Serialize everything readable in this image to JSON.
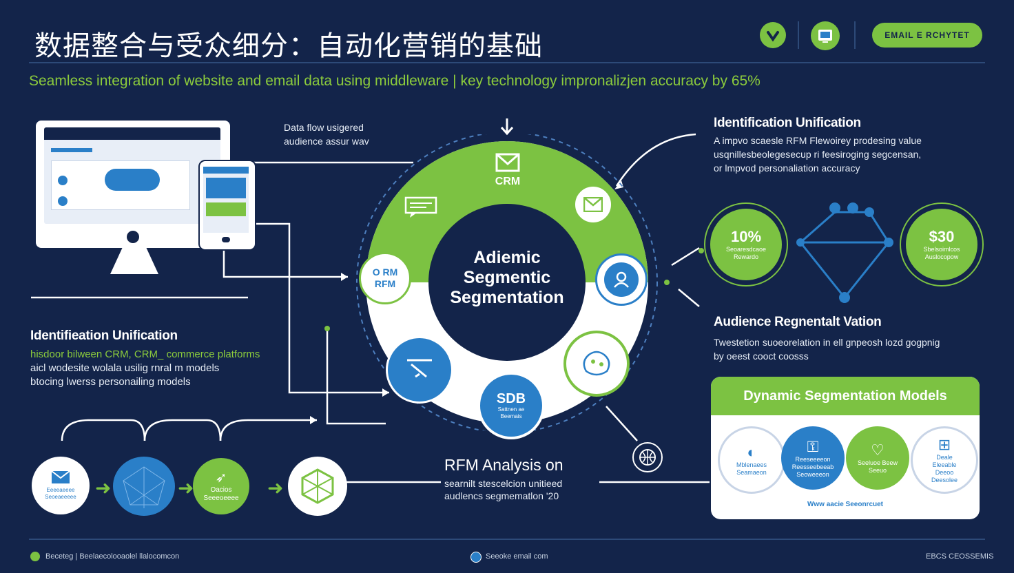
{
  "header": {
    "title": "数据整合与受众细分：自动化营销的基础",
    "subtitle": "Seamless integration of website and email data using middleware  |  key technology impronalizjen accuracy by 65%",
    "button_label": "EMAIL E RCHYTET"
  },
  "left": {
    "flow_note_line1": "Data flow usigered",
    "flow_note_line2": "audience assur wav",
    "ident_title": "Identifieation Unification",
    "ident_line1": "hisdoor bilween CRM, CRM_ commerce platforms",
    "ident_line2": "aicl wodesite wolala usilig rnral m models",
    "ident_line3": "btocing lwerss personailing models"
  },
  "center": {
    "ring_title_line1": "Adiemic",
    "ring_title_line2": "Segmentic",
    "ring_title_line3": "Segmentation",
    "crm_label": "CRM",
    "rfm_label_line1": "O RM",
    "rfm_label_line2": "RFM",
    "bottom_node_label": "SDB",
    "bottom_node_sub": "Sattnen ae Beemais",
    "rfm_title": "RFM  Analysis on",
    "rfm_line1": "searnilt stescelcion unitieed",
    "rfm_line2": "audlencs segmematlon  '20"
  },
  "right": {
    "ident_title": "Identification Unification",
    "ident_line1": "A  impvo  scaesle  RFM  Flewoirey  prodesing  value",
    "ident_line2": "usqnillesbeolegesecup  ri feesiroging  segcensan,",
    "ident_line3": "or  lmpvod  personaliation  accuracy",
    "stat_left_value": "10%",
    "stat_left_sub": "Seoaresdcaoe Rewardo",
    "stat_right_value": "$30",
    "stat_right_sub": "Sbelsoimlcos Auslocopow",
    "aud_title": "Audience Regnentalt Vation",
    "aud_line1": "Twestetion  suoeorelation  in  ell  gnpeosh  lozd  gogpnig",
    "aud_line2": "by oeest  cooct  coosss"
  },
  "dynamic": {
    "title": "Dynamic Segmentation Models",
    "model1": "Mblenaees Seamaeon",
    "model2": "Reeseeeeon Reesseebeeab Seoweeeon",
    "model3": "Seeluoe Beew Seeuo",
    "model4": "Deale Eleeable Deeoo Deesolee",
    "footer": "Www aacie Seeonrcuet"
  },
  "bottom_flow": {
    "node1_text": "Eeeeaeeee Seoeaeeeee",
    "node3_text": "Oacios Seeeoeeee"
  },
  "footer": {
    "left": "Beceteg | Beelaecolooaolel llalocomcon",
    "center": "Seeoke email com",
    "right": "EBCS CEOSSEMIS"
  },
  "colors": {
    "background": "#13244a",
    "green": "#7cc242",
    "blue": "#2a7fc8",
    "white": "#ffffff"
  }
}
